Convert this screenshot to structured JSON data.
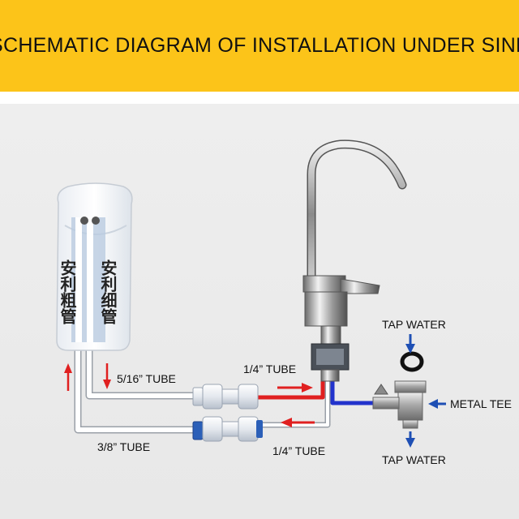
{
  "title": "SCHEMATIC DIAGRAM OF INSTALLATION UNDER SINK",
  "filter_left_text": "安利粗管",
  "filter_right_text": "安利细管",
  "labels": {
    "tube_5_16": "5/16”  TUBE",
    "tube_1_4_top": "1/4”  TUBE",
    "tube_3_8": "3/8”  TUBE",
    "tube_1_4_bottom": "1/4”  TUBE",
    "tap_water_top": "TAP WATER",
    "metal_tee": "METAL TEE",
    "tap_water_bottom": "TAP WATER"
  },
  "colors": {
    "banner": "#fcc419",
    "arrow_red": "#e02020",
    "arrow_blue": "#1e4fb4",
    "tube_red": "#e02020",
    "tube_blue": "#2233cc"
  }
}
